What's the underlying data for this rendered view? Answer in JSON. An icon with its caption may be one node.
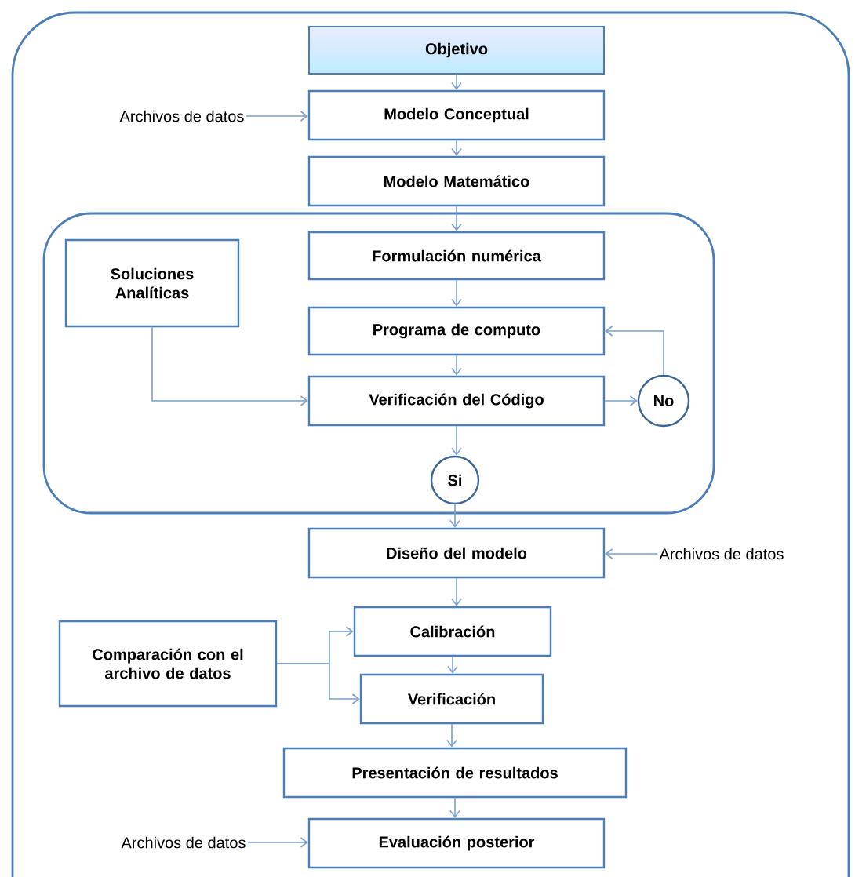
{
  "diagram": {
    "nodes": [
      {
        "text": [],
        "shape": "box"
      },
      {
        "text": [
          "Objetivo"
        ],
        "in": 0
      },
      {
        "text": [
          "Archivos de datos"
        ],
        "in": 0
      },
      {
        "text": [
          "Modelo Conceptual"
        ],
        "in": 0
      },
      {
        "text": [
          "Modelo Matemático"
        ],
        "in": 0
      },
      {
        "text": [],
        "shape": "box",
        "in": 0
      },
      {
        "text": [
          "Formulación numérica"
        ],
        "in": 5
      },
      {
        "text": [
          "Soluciones Analíticas"
        ],
        "in": 5
      },
      {
        "text": [
          "Programa de computo"
        ],
        "in": 5
      },
      {
        "text": [
          "Verificación del Código"
        ],
        "in": 5
      },
      {
        "text": [
          "No"
        ],
        "in": 5
      },
      {
        "text": [
          "Si"
        ],
        "in": 5
      },
      {
        "text": [
          "Diseño del modelo"
        ],
        "in": 0
      },
      {
        "text": [
          "Archivos de datos"
        ],
        "in": 0
      },
      {
        "text": [
          "Comparación con el archivo de datos"
        ],
        "in": 0
      },
      {
        "text": [
          "Calibración"
        ],
        "in": 0
      },
      {
        "text": [
          "Verificación"
        ],
        "in": 0
      },
      {
        "text": [
          "Presentación de resultados"
        ],
        "in": 0
      },
      {
        "text": [
          "Archivos de datos"
        ],
        "in": 0
      },
      {
        "text": [
          "Evaluación posterior"
        ],
        "in": 0
      }
    ],
    "edges": [
      {
        "from": 1,
        "to": 3,
        "arrow": "to"
      },
      {
        "from": 2,
        "to": 3,
        "arrow": "to"
      },
      {
        "from": 3,
        "to": 4,
        "arrow": "to"
      },
      {
        "from": 4,
        "to": 6,
        "arrow": "to"
      },
      {
        "from": 6,
        "to": 8,
        "arrow": "to"
      },
      {
        "from": 8,
        "to": 9,
        "arrow": "to"
      },
      {
        "from": 7,
        "to": 9,
        "arrow": "to"
      },
      {
        "from": 9,
        "to": 10,
        "arrow": "to"
      },
      {
        "from": 10,
        "to": 8,
        "arrow": "to"
      },
      {
        "from": 9,
        "to": 11,
        "arrow": "to"
      },
      {
        "from": 11,
        "to": 12,
        "arrow": "to"
      },
      {
        "from": 13,
        "to": 12,
        "arrow": "to"
      },
      {
        "from": 12,
        "to": 15,
        "arrow": "to"
      },
      {
        "from": 14,
        "to": 15,
        "arrow": "to"
      },
      {
        "from": 14,
        "to": 16,
        "arrow": "to"
      },
      {
        "from": 15,
        "to": 16,
        "arrow": "to"
      },
      {
        "from": 16,
        "to": 17,
        "arrow": "to"
      },
      {
        "from": 17,
        "to": 19,
        "arrow": "to"
      },
      {
        "from": 18,
        "to": 19,
        "arrow": "to"
      }
    ]
  }
}
